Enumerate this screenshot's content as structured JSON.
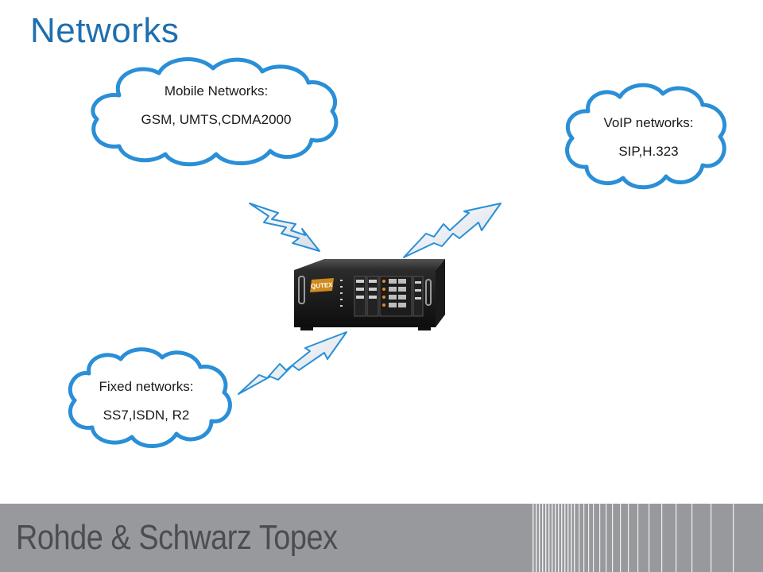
{
  "title": "Networks",
  "clouds": {
    "mobile": {
      "label": "Mobile Networks:",
      "detail": "GSM, UMTS,CDMA2000"
    },
    "voip": {
      "label": "VoIP networks:",
      "detail": "SIP,H.323"
    },
    "fixed": {
      "label": "Fixed networks:",
      "detail": "SS7,ISDN, R2"
    }
  },
  "device": {
    "brand_label": "QUTEX"
  },
  "footer": {
    "brand": "Rohde & Schwarz Topex"
  },
  "colors": {
    "title": "#1e6fb0",
    "cloud_stroke": "#2a8fd6",
    "lightning_stroke": "#2a8fd6",
    "footer_bg": "#97999c",
    "footer_text": "#4a4d52"
  }
}
